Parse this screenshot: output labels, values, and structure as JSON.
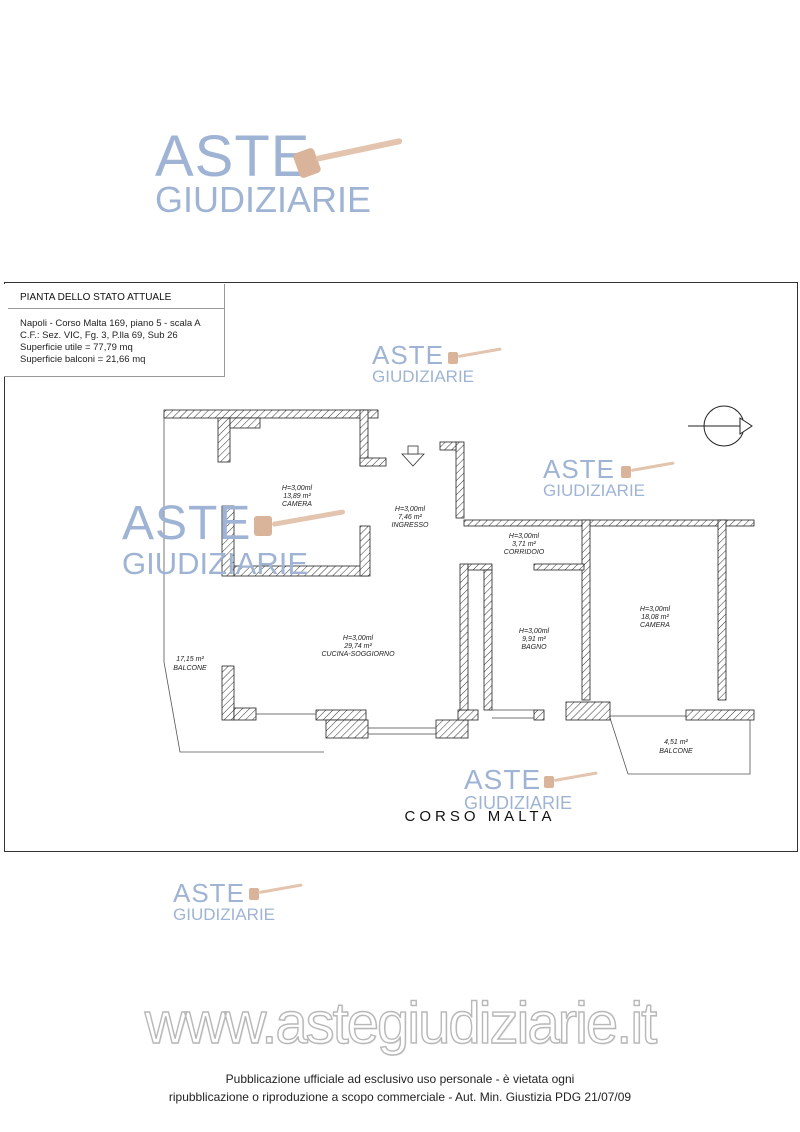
{
  "watermark": {
    "line1": "ASTE",
    "line2": "GIUDIZIARIE"
  },
  "legend": {
    "title": "PIANTA DELLO STATO ATTUALE",
    "lines": [
      "Napoli - Corso Malta 169, piano 5 - scala A",
      "C.F.: Sez. VIC, Fg. 3, P.lla 69, Sub 26",
      "Superficie utile = 77,79 mq",
      "Superficie balconi = 21,66 mq"
    ]
  },
  "rooms": [
    {
      "h": "H=3,00ml",
      "area": "13,89 m²",
      "name": "CAMERA"
    },
    {
      "h": "H=3,00ml",
      "area": "7,46 m²",
      "name": "INGRESSO"
    },
    {
      "h": "H=3,00ml",
      "area": "3,71 m²",
      "name": "CORRIDOIO"
    },
    {
      "h": "H=3,00ml",
      "area": "29,74 m²",
      "name": "CUCINA-SOGGIORNO"
    },
    {
      "h": "H=3,00ml",
      "area": "9,91 m²",
      "name": "BAGNO"
    },
    {
      "h": "H=3,00ml",
      "area": "18,08 m²",
      "name": "CAMERA"
    }
  ],
  "balconies": [
    {
      "area": "17,15 m²",
      "name": "BALCONE"
    },
    {
      "area": "4,51 m²",
      "name": "BALCONE"
    }
  ],
  "street": "CORSO MALTA",
  "website": "www.astegiudiziarie.it",
  "disclaimer": [
    "Pubblicazione ufficiale ad esclusivo uso personale - è vietata ogni",
    "ripubblicazione o riproduzione a scopo commerciale - Aut. Min. Giustizia PDG 21/07/09"
  ],
  "colors": {
    "watermark": "#9fb4d4",
    "gavel": "#d9b39a",
    "wall": "#ffffff",
    "line": "#222222"
  }
}
